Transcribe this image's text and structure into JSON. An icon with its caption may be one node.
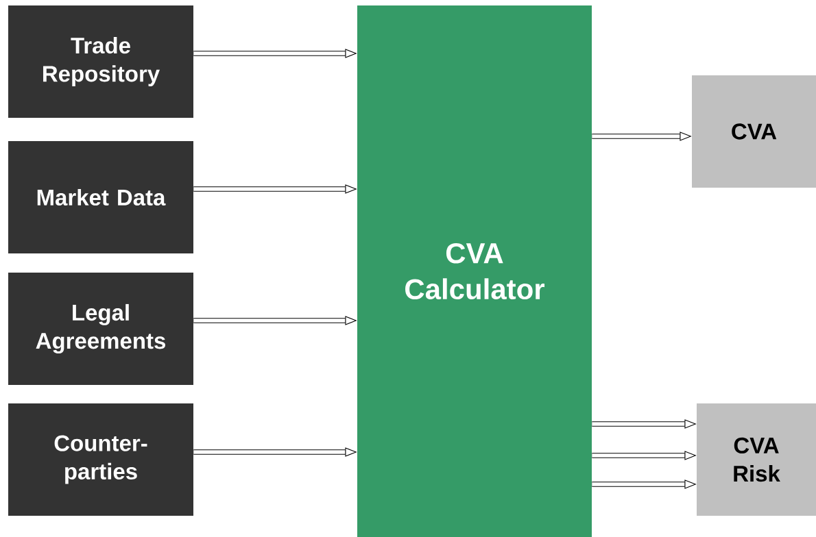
{
  "diagram": {
    "nodes": [
      {
        "text": [
          "Trade Repository"
        ]
      },
      {
        "text": [
          "Market Data"
        ]
      },
      {
        "text": [
          "Legal Agreements"
        ]
      },
      {
        "text": [
          "Counter-parties"
        ]
      },
      {
        "text": [
          "CVA Calculator"
        ]
      },
      {
        "text": [
          "CVA"
        ]
      },
      {
        "text": [
          "CVA Risk"
        ]
      }
    ],
    "edges": [
      {
        "from": 0,
        "to": 4,
        "arrow": "to"
      },
      {
        "from": 1,
        "to": 4,
        "arrow": "to"
      },
      {
        "from": 2,
        "to": 4,
        "arrow": "to"
      },
      {
        "from": 3,
        "to": 4,
        "arrow": "to"
      },
      {
        "from": 4,
        "to": 5,
        "arrow": "to"
      },
      {
        "from": 4,
        "to": 6,
        "arrow": "to"
      },
      {
        "from": 4,
        "to": 6,
        "arrow": "to"
      },
      {
        "from": 4,
        "to": 6,
        "arrow": "to"
      }
    ]
  }
}
